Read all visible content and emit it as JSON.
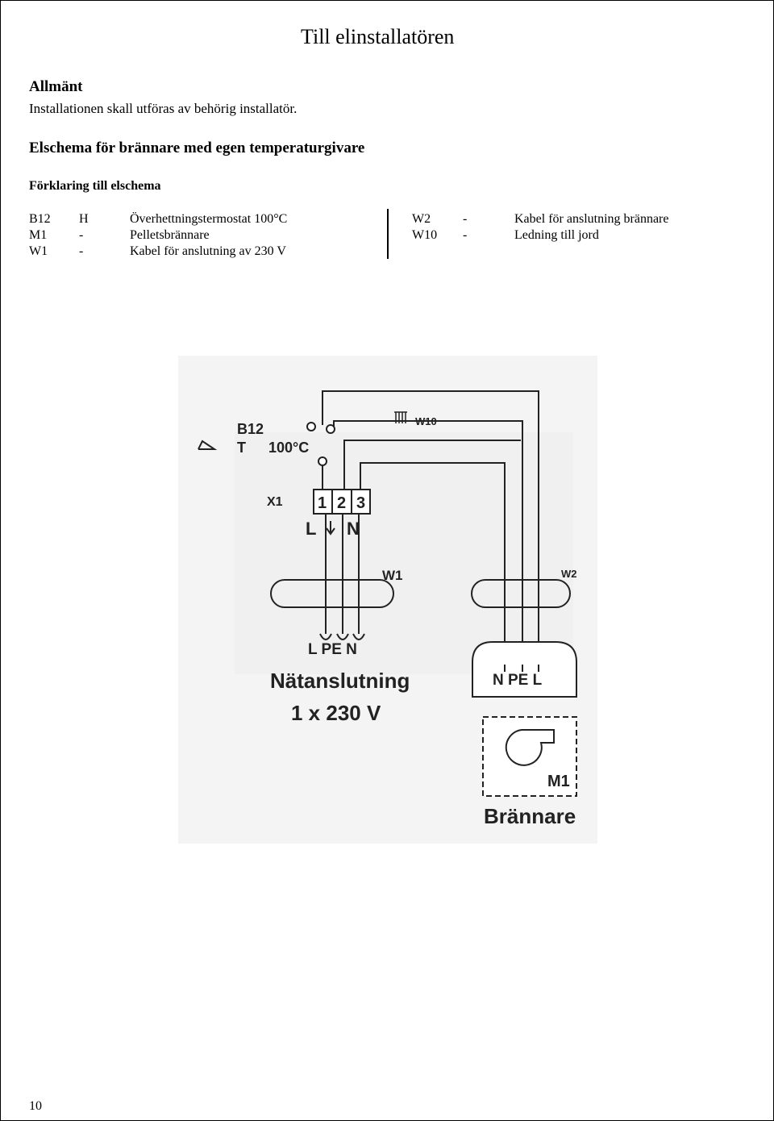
{
  "header": {
    "title": "Till elinstallatören"
  },
  "general": {
    "heading": "Allmänt",
    "text": "Installationen skall utföras av behörig installatör."
  },
  "schema": {
    "heading": "Elschema för brännare med egen temperaturgivare",
    "legend_heading": "Förklaring till elschema"
  },
  "legend": {
    "left": [
      {
        "code": "B12",
        "sep": "H",
        "desc": "Överhettningstermostat 100°C"
      },
      {
        "code": "M1",
        "sep": "-",
        "desc": "Pelletsbrännare"
      },
      {
        "code": "W1",
        "sep": "-",
        "desc": "Kabel för anslutning av 230 V"
      }
    ],
    "right": [
      {
        "code": "W2",
        "sep": "-",
        "desc": "Kabel för anslutning brännare"
      },
      {
        "code": "W10",
        "sep": "-",
        "desc": "Ledning till jord"
      }
    ]
  },
  "diagram": {
    "b12_label": "B12",
    "b12_t": "T",
    "b12_temp": "100°C",
    "w10_label": "W10",
    "x1_label": "X1",
    "terminals": [
      "1",
      "2",
      "3"
    ],
    "terminal_l": "L",
    "terminal_n": "N",
    "w1_label": "W1",
    "w2_label": "W2",
    "mains_conductors": "L PE N",
    "mains_title": "Nätanslutning",
    "mains_voltage": "1 x 230 V",
    "burner_conductors": "N PE L",
    "m1_label": "M1",
    "burner_title": "Brännare"
  },
  "footer": {
    "page_number": "10"
  }
}
